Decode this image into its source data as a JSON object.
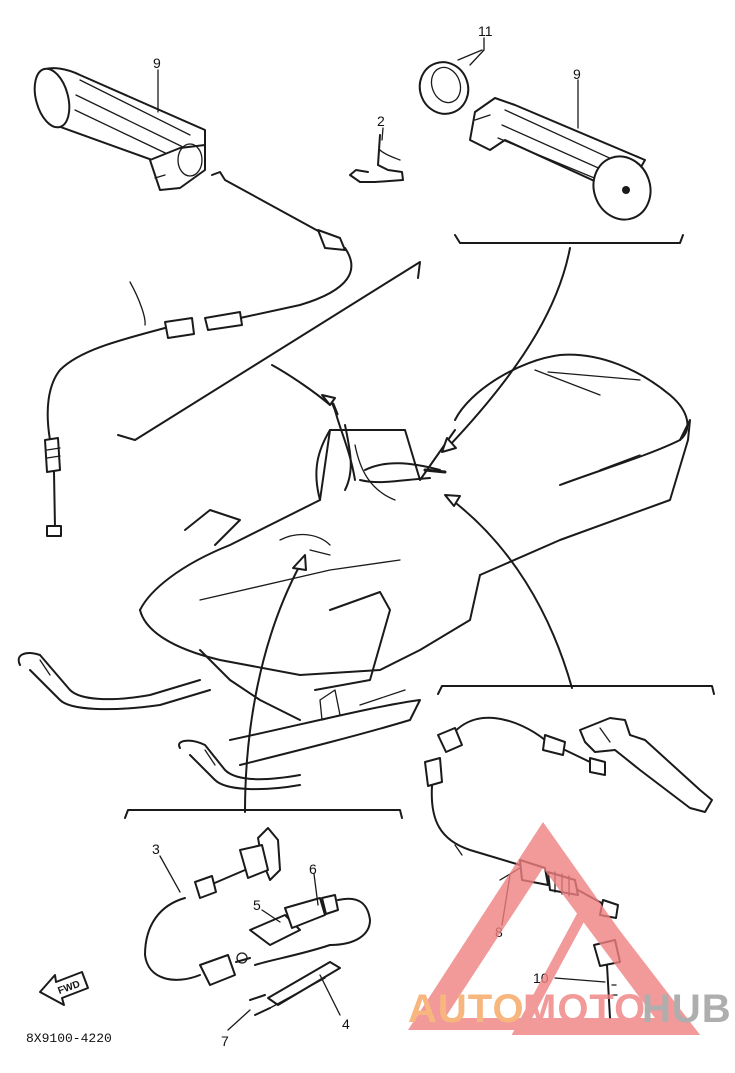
{
  "callouts": [
    {
      "id": "grip-left",
      "text": "9"
    },
    {
      "id": "cap",
      "text": "11"
    },
    {
      "id": "grip-right",
      "text": "9"
    },
    {
      "id": "clip",
      "text": "2"
    },
    {
      "id": "cable-3",
      "text": "3"
    },
    {
      "id": "part-5",
      "text": "5"
    },
    {
      "id": "part-6",
      "text": "6"
    },
    {
      "id": "part-7",
      "text": "7"
    },
    {
      "id": "part-4",
      "text": "4"
    },
    {
      "id": "cable-8",
      "text": "8"
    },
    {
      "id": "key",
      "text": "10"
    }
  ],
  "fwd_label": "FWD",
  "part_code": "8X9100-4220",
  "watermark": {
    "part1": "AUTO",
    "part2": "MOTO",
    "part3": "HUB",
    "color_orange": "#f6a55e",
    "color_red": "#f08080",
    "color_gray": "#9a9a9a"
  }
}
